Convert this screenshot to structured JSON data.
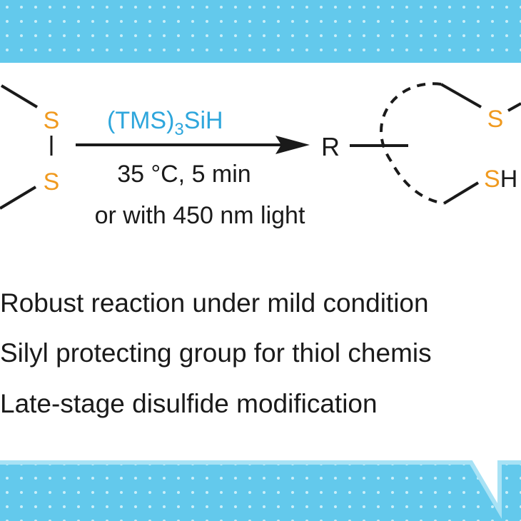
{
  "colors": {
    "frame_blue": "#5ec7ea",
    "frame_blue_light": "#8fd9f2",
    "dot_color": "#bfe8f7",
    "sulfur_orange": "#f09a1f",
    "reagent_blue": "#2ea6dc",
    "text_dark": "#1a1a1a",
    "panel_white": "#ffffff"
  },
  "reaction": {
    "left_s_top": "S",
    "left_s_bottom": "S",
    "reagent_main": "(TMS)",
    "reagent_subscript": "3",
    "reagent_tail": "SiH",
    "condition_1": "35 °C, 5 min",
    "condition_2": "or with 450 nm light",
    "r_group": "R",
    "right_s_top": "S",
    "right_sh_s": "S",
    "right_sh_h": "H"
  },
  "bullets": [
    "Robust reaction under mild condition",
    "Silyl protecting group for thiol chemis",
    "Late-stage disulfide modification"
  ]
}
